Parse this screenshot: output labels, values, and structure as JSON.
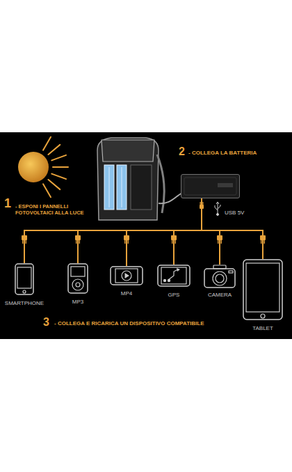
{
  "diagram": {
    "nodes": [
      {
        "text": [
          "USB 5V"
        ]
      },
      {
        "text": [
          "SMARTPHONE"
        ]
      },
      {
        "text": [
          "MP3"
        ]
      },
      {
        "text": [
          "MP4"
        ]
      },
      {
        "text": [
          "GPS"
        ]
      },
      {
        "text": [
          "CAMERA"
        ]
      },
      {
        "text": [
          "TABLET"
        ]
      }
    ],
    "edges": [
      {
        "from": 0,
        "to": 1,
        "arrow": "none"
      },
      {
        "from": 0,
        "to": 2,
        "arrow": "none"
      },
      {
        "from": 0,
        "to": 3,
        "arrow": "none"
      },
      {
        "from": 0,
        "to": 4,
        "arrow": "none"
      },
      {
        "from": 0,
        "to": 5,
        "arrow": "none"
      },
      {
        "from": 0,
        "to": 6,
        "arrow": "none"
      }
    ],
    "labels": [
      "1",
      "- ESPONI I PANNELLI FOTOVOLTAICI ALLA LUCE",
      "2",
      "- COLLEGA LA BATTERIA",
      "3",
      "- COLLEGA E RICARICA UN DISPOSITIVO COMPATIBILE"
    ]
  }
}
